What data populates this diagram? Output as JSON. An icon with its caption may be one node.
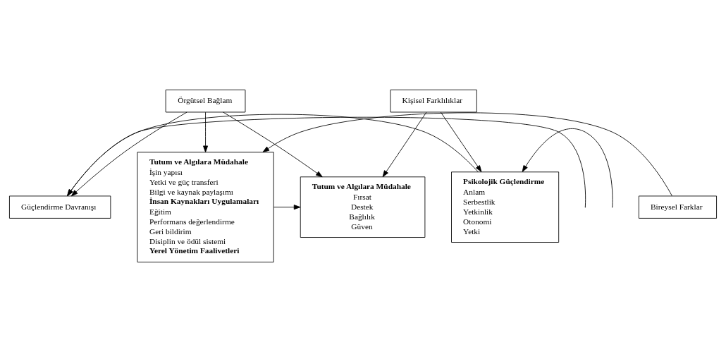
{
  "diagram": {
    "nodes": [
      {
        "text": [
          "Örgütsel Bağlam"
        ]
      },
      {
        "text": [
          "Kişisel Farklılıklar"
        ]
      },
      {
        "text": [
          "Tutum ve Algılara Müdahale",
          "Fırsat",
          "Destek",
          "Bağlılık",
          "Güven"
        ]
      },
      {
        "text": [
          "Psikolojik Güçlendirme",
          "Anlam",
          "Serbestlik",
          "Yetkinlik",
          "Otonomi",
          "Yetki"
        ]
      },
      {
        "text": [
          "Güçlendirme Davranışı"
        ]
      },
      {
        "text": [
          "Tutum ve Algılara Müdahale",
          "İşin yapısı",
          "Yetki ve güç transferi",
          "Bilgi ve kaynak paylaşımı",
          "İnsan Kaynakları Uygulamaları",
          "Eğitim",
          "Performans değerlendirme",
          "Geri bildirim",
          "Disiplin ve ödül sistemi",
          "Yerel Yönetim Faalivetleri"
        ]
      },
      {
        "text": [
          "Bireysel Farklar"
        ]
      }
    ],
    "edges": [
      {
        "from": 0,
        "to": 5,
        "arrow": "to"
      },
      {
        "from": 0,
        "to": 2,
        "arrow": "to"
      },
      {
        "from": 0,
        "to": 4,
        "arrow": "to"
      },
      {
        "from": 1,
        "to": 2,
        "arrow": "to"
      },
      {
        "from": 1,
        "to": 3,
        "arrow": "to"
      },
      {
        "from": 3,
        "to": 4,
        "arrow": "to"
      },
      {
        "from": 5,
        "to": 2,
        "arrow": "to"
      },
      {
        "from": 6,
        "to": 5,
        "arrow": "to"
      },
      {
        "from": null,
        "to": 4,
        "arrow": "to"
      },
      {
        "from": null,
        "to": 3,
        "arrow": "to"
      }
    ]
  }
}
